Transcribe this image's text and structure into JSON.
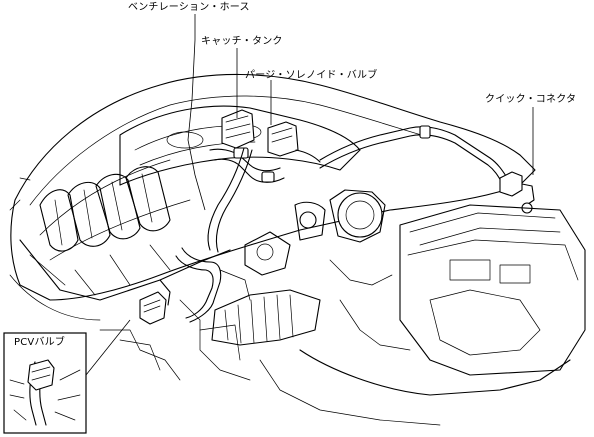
{
  "labels": {
    "ventilation_hose": "ベンチレーション・ホース",
    "catch_tank": "キャッチ・タンク",
    "purge_solenoid_valve": "パージ・ソレノイド・バルブ",
    "quick_connector": "クイック・コネクタ",
    "pcv_valve": "PCVバルブ"
  }
}
